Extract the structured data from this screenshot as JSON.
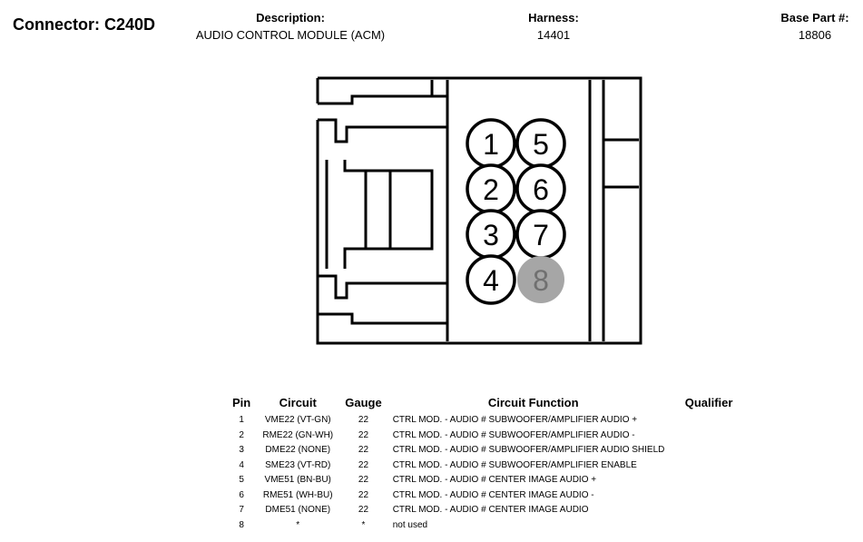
{
  "header": {
    "connector_title": "Connector: C240D",
    "description_label": "Description:",
    "description_value": "AUDIO CONTROL MODULE (ACM)",
    "harness_label": "Harness:",
    "harness_value": "14401",
    "base_part_label": "Base Part #:",
    "base_part_value": "18806"
  },
  "connector": {
    "pin_labels": [
      "1",
      "2",
      "3",
      "4",
      "5",
      "6",
      "7",
      "8"
    ],
    "unused_pin_color": "#a6a6a6",
    "unused_text_color": "#707070"
  },
  "table": {
    "headers": {
      "pin": "Pin",
      "circuit": "Circuit",
      "gauge": "Gauge",
      "function": "Circuit Function",
      "qualifier": "Qualifier"
    },
    "rows": [
      {
        "pin": "1",
        "circuit": "VME22 (VT-GN)",
        "gauge": "22",
        "function": "CTRL MOD. - AUDIO # SUBWOOFER/AMPLIFIER AUDIO +",
        "qualifier": ""
      },
      {
        "pin": "2",
        "circuit": "RME22 (GN-WH)",
        "gauge": "22",
        "function": "CTRL MOD. - AUDIO # SUBWOOFER/AMPLIFIER AUDIO -",
        "qualifier": ""
      },
      {
        "pin": "3",
        "circuit": "DME22 (NONE)",
        "gauge": "22",
        "function": "CTRL MOD. - AUDIO # SUBWOOFER/AMPLIFIER AUDIO SHIELD",
        "qualifier": ""
      },
      {
        "pin": "4",
        "circuit": "SME23 (VT-RD)",
        "gauge": "22",
        "function": "CTRL MOD. - AUDIO # SUBWOOFER/AMPLIFIER ENABLE",
        "qualifier": ""
      },
      {
        "pin": "5",
        "circuit": "VME51 (BN-BU)",
        "gauge": "22",
        "function": "CTRL MOD. - AUDIO # CENTER IMAGE AUDIO +",
        "qualifier": ""
      },
      {
        "pin": "6",
        "circuit": "RME51 (WH-BU)",
        "gauge": "22",
        "function": "CTRL MOD. - AUDIO # CENTER IMAGE AUDIO -",
        "qualifier": ""
      },
      {
        "pin": "7",
        "circuit": "DME51 (NONE)",
        "gauge": "22",
        "function": "CTRL MOD. - AUDIO # CENTER IMAGE AUDIO",
        "qualifier": ""
      },
      {
        "pin": "8",
        "circuit": "*",
        "gauge": "*",
        "function": "not used",
        "qualifier": ""
      }
    ]
  }
}
